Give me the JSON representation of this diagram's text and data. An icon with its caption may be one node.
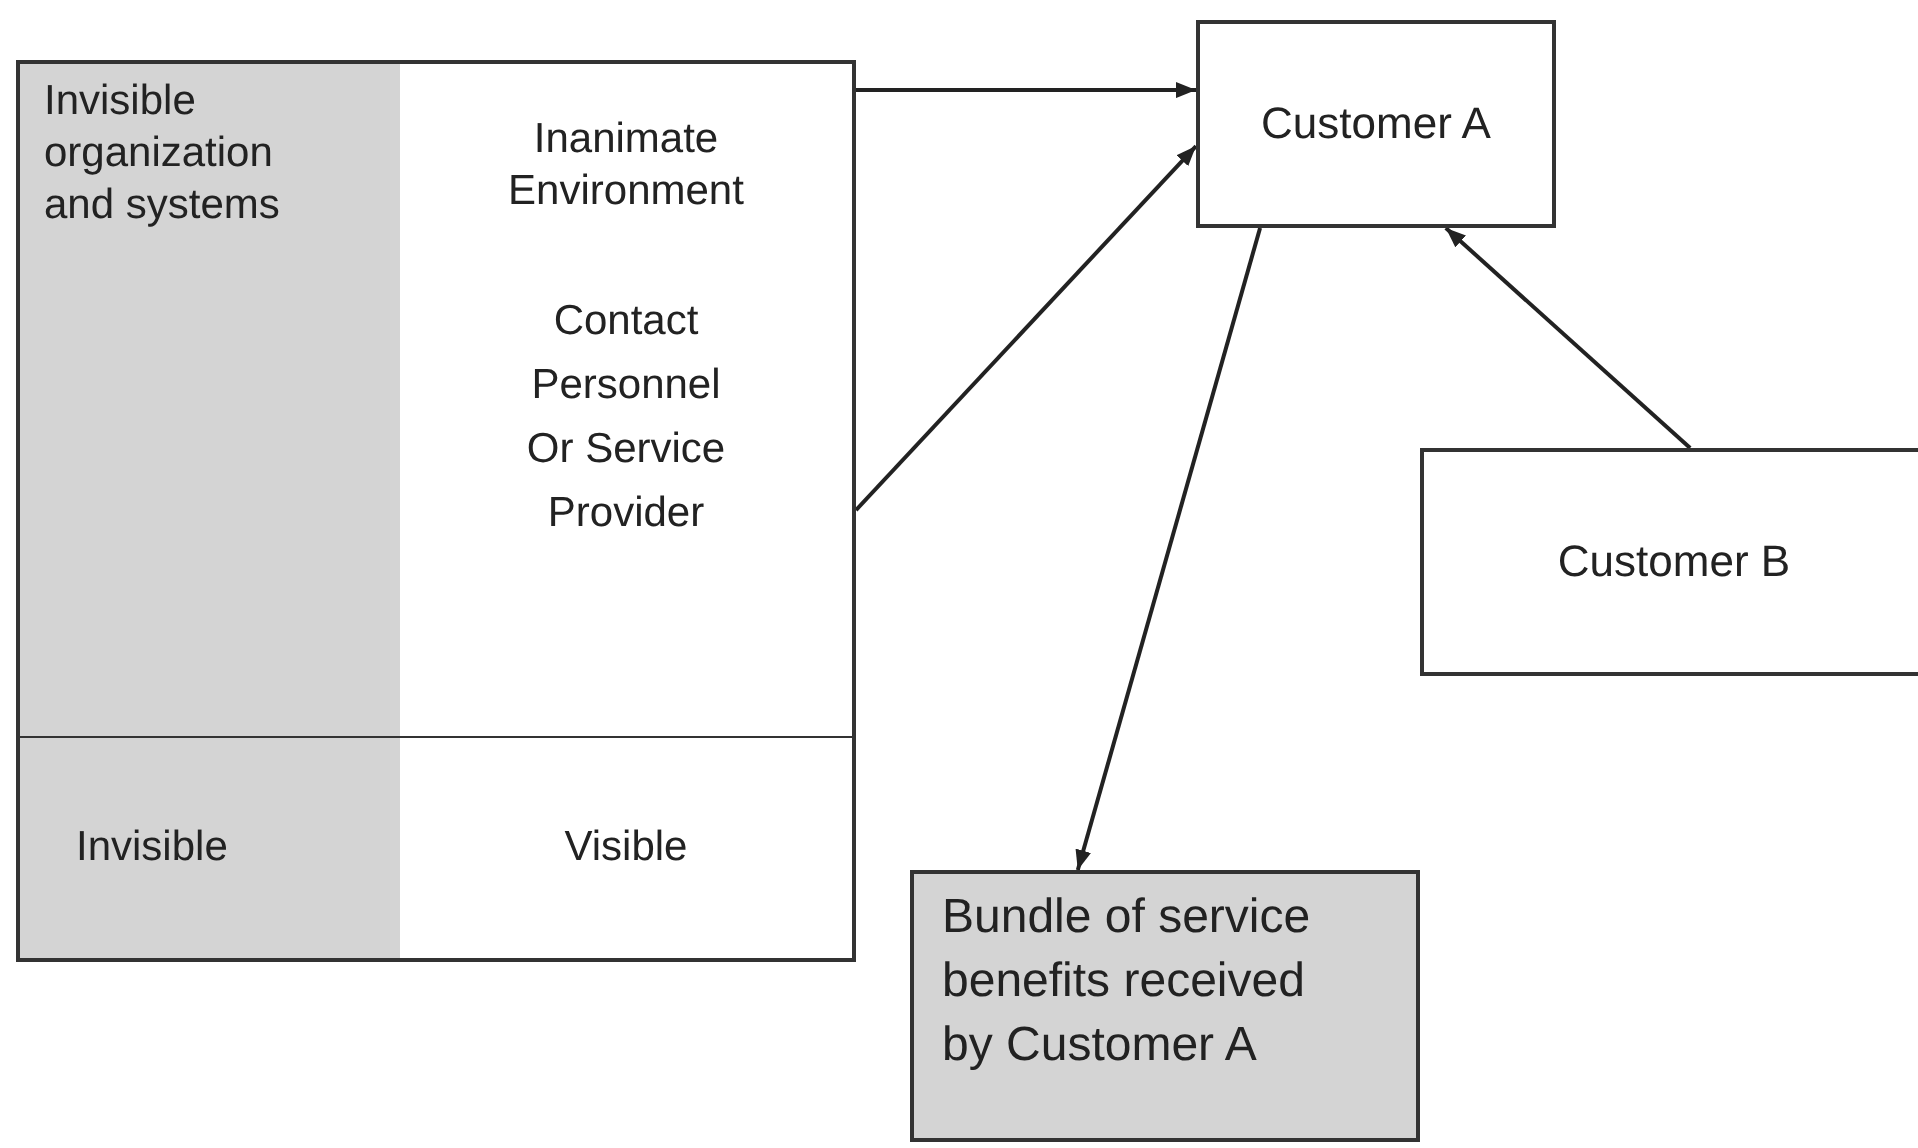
{
  "diagram": {
    "nodes": [
      {
        "text": [
          "Invisible organization and systems"
        ]
      },
      {
        "text": [
          "Inanimate Environment"
        ]
      },
      {
        "text": [
          "Contact Personnel Or Service Provider"
        ]
      },
      {
        "text": [
          "Invisible"
        ]
      },
      {
        "text": [
          "Visible"
        ]
      },
      {
        "text": [
          "Customer A"
        ]
      },
      {
        "text": [
          "Customer B"
        ]
      },
      {
        "text": [
          "Bundle of service benefits received by Customer A"
        ]
      }
    ],
    "edges": [
      {
        "from": 1,
        "to": 5,
        "arrow": "to"
      },
      {
        "from": 2,
        "to": 5,
        "arrow": "to"
      },
      {
        "from": 6,
        "to": 5,
        "arrow": "to"
      },
      {
        "from": 5,
        "to": 7,
        "arrow": "to"
      }
    ]
  }
}
